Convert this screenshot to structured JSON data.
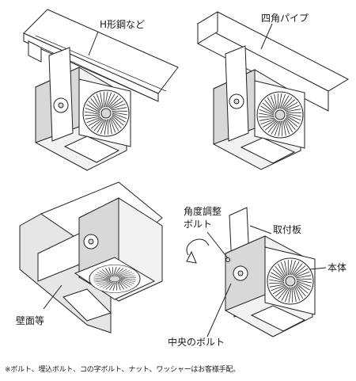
{
  "labels": {
    "h_beam": "H形鋼など",
    "square_pipe": "四角パイプ",
    "wall": "壁面等",
    "angle_bolt_line1": "角度調整",
    "angle_bolt_line2": "ボルト",
    "mounting_plate": "取付板",
    "main_body": "本体",
    "center_bolt": "中央のボルト"
  },
  "footnote": "※ボルト、埋込ボルト、コの字ボルト、ナット、ワッシャーはお客様手配。"
}
